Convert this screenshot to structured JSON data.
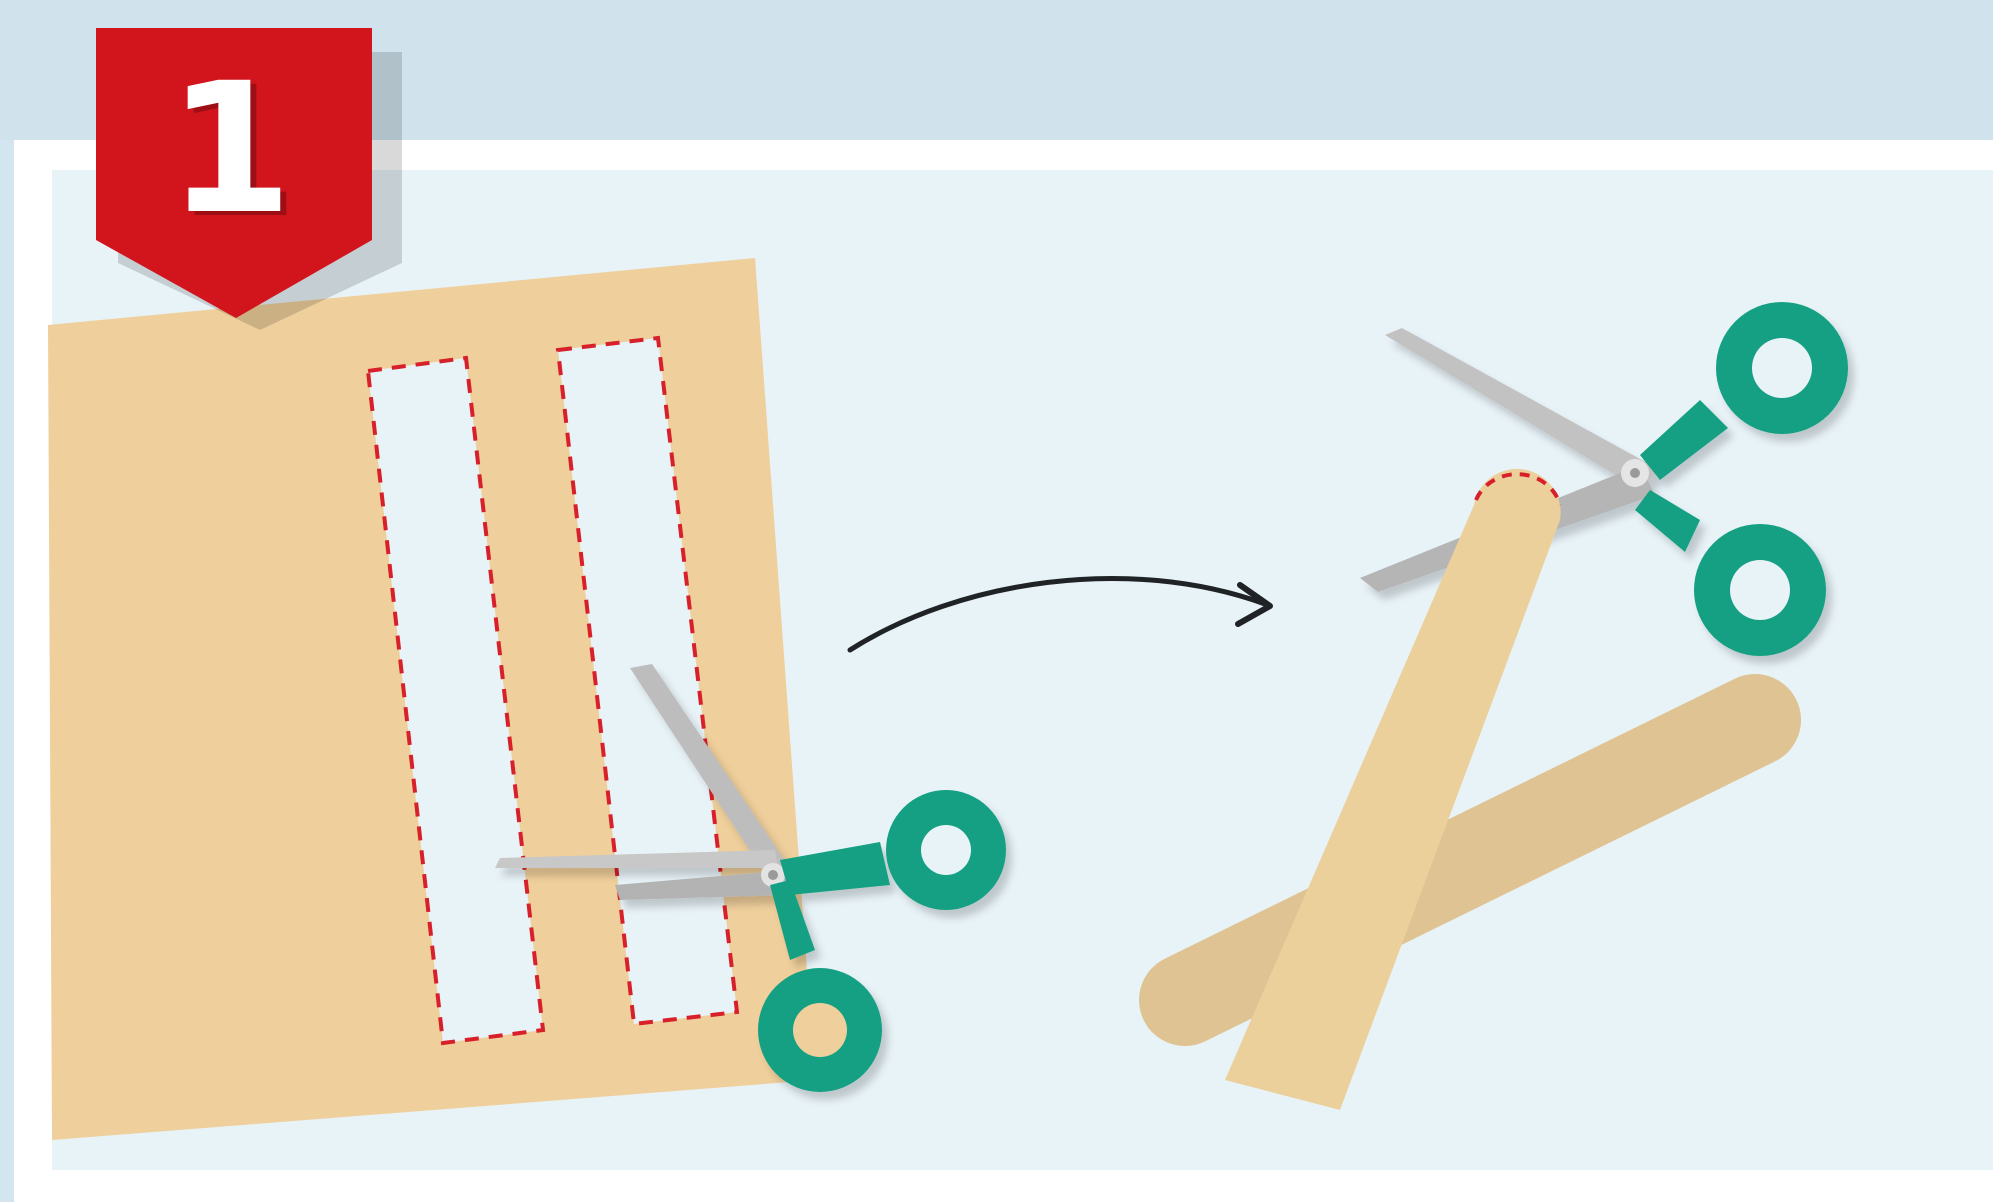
{
  "step_badge": {
    "number": "1",
    "color": "#d2141c"
  },
  "colors": {
    "background": "#d3e5ee",
    "panel": "#e8f3f8",
    "cardboard": "#efcf9b",
    "craft_stick": "#ecd09c",
    "craft_stick_back": "#dfc393",
    "cut_line": "#d8202a",
    "scissor_handle": "#14a083",
    "scissor_blade": "#c9c9c9",
    "arrow": "#1f2326"
  },
  "icons": {
    "badge": "step-number-badge",
    "sheet": "cardboard-sheet",
    "tool": "scissors-icon",
    "flow": "curved-arrow-icon",
    "result": "craft-stick"
  }
}
